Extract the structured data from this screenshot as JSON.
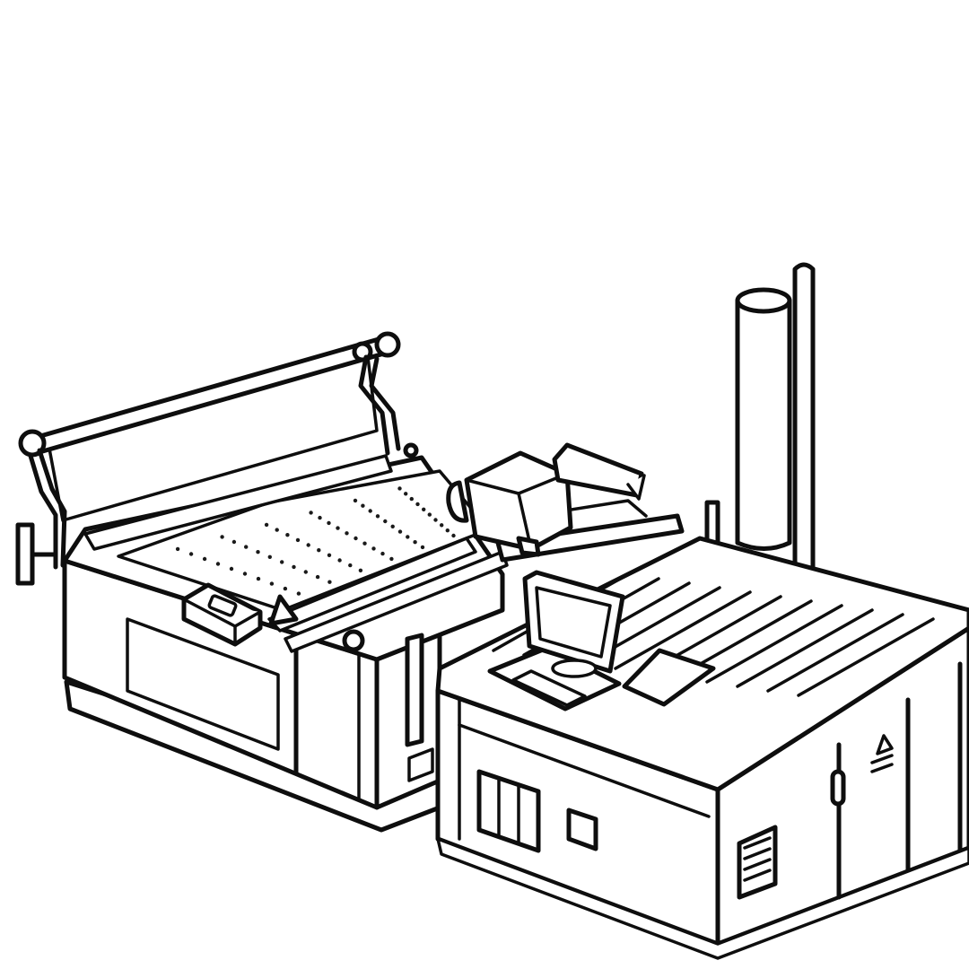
{
  "illustration": {
    "style": "black line art on white background",
    "colors": {
      "line": "#0e0e0e",
      "background": "#ffffff"
    },
    "components": [
      "material-roll-rack",
      "perforated-cutting-bed",
      "cutting-head",
      "gantry-rail",
      "control-panel",
      "conveyor-table",
      "monitor-workstation",
      "vertical-column",
      "electrical-cabinet",
      "warning-icon",
      "vent-grille"
    ]
  }
}
